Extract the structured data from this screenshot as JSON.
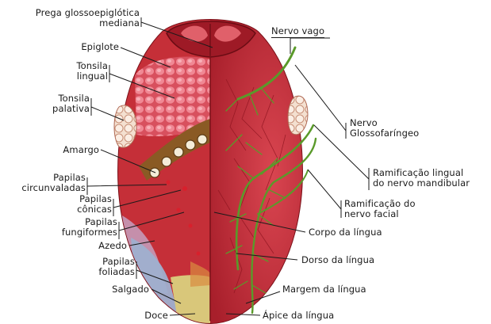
{
  "labels": {
    "prega": "Prega glossoepiglótica\nmediana",
    "epiglote": "Epiglote",
    "tonsila_lingual": "Tonsila\nlingual",
    "tonsila_palativa": "Tonsila\npalativa",
    "amargo": "Amargo",
    "papilas_circunvaladas": "Papilas\ncircunvaladas",
    "papilas_conicas": "Papilas\ncônicas",
    "papilas_fungiformes": "Papilas\nfungiformes",
    "azedo": "Azedo",
    "papilas_foliadas": "Papilas\nfoliadas",
    "salgado": "Salgado",
    "doce": "Doce",
    "nervo_vago": "Nervo vago",
    "nervo_glossofaringeo": "Nervo\nGlossofaríngeo",
    "ramificacao_lingual": "Ramificação lingual\ndo nervo mandibular",
    "ramificacao_facial": "Ramificação do\nnervo facial",
    "corpo": "Corpo da língua",
    "dorso": "Dorso da língua",
    "margem": "Margem da língua",
    "apice": "Ápice da língua"
  },
  "colors": {
    "tongue_red": "#c8323a",
    "tongue_dark": "#8e1520",
    "lingual_tonsil": "#e86a78",
    "bitter_band": "#8a5a24",
    "sour_zone": "#c4a0c0",
    "salty_zone": "#9fb0cf",
    "sweet_zone": "#d9c77a",
    "nerve_green": "#5a9a2a",
    "leader_line": "#1a1a1a"
  }
}
